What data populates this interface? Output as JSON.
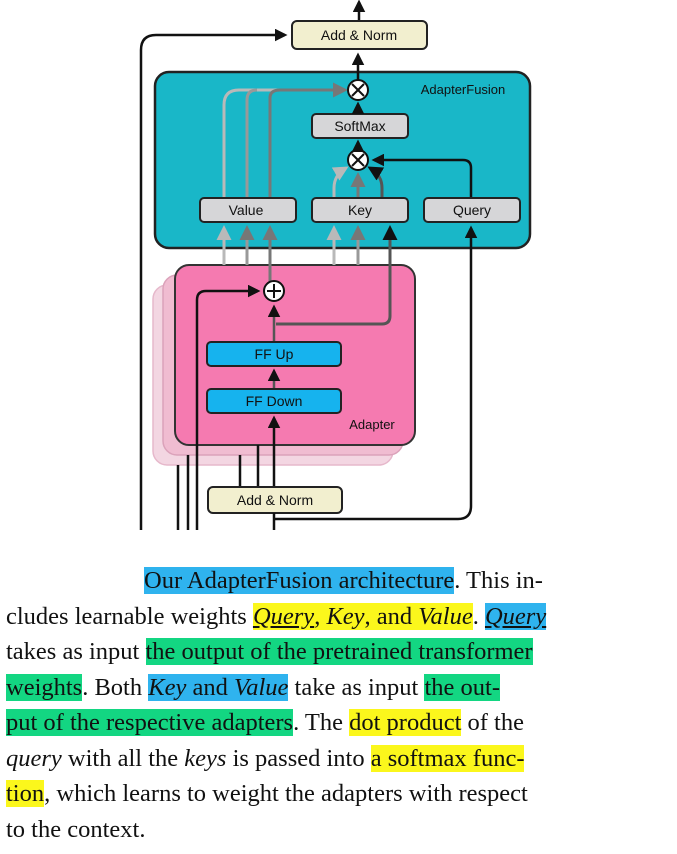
{
  "figure": {
    "labels": {
      "add_norm_top": "Add & Norm",
      "adapterfusion": "AdapterFusion",
      "softmax": "SoftMax",
      "value": "Value",
      "key": "Key",
      "query": "Query",
      "ff_up": "FF Up",
      "ff_down": "FF Down",
      "adapter": "Adapter",
      "add_norm_bottom": "Add & Norm",
      "times_symbol": "⊗",
      "plus_symbol": "⊕"
    },
    "colors": {
      "fusion_fill": "#19b7c8",
      "adapter_fill": "#f57ab0",
      "adapter_shadow": "#f3c6d8",
      "addnorm_fill": "#f2efcf",
      "ff_fill": "#16b3ee",
      "kvq_fill": "#d6d6d8"
    }
  },
  "caption": {
    "line1": {
      "seg1": "Our AdapterFusion architecture",
      "seg2": ".  This in-"
    },
    "line2": {
      "seg1": "cludes learnable weights ",
      "query": "Query",
      "comma1": ", ",
      "key": "Key",
      "and1": ", and ",
      "value": "Value",
      "dot": ". ",
      "query2": "Query"
    },
    "line3": {
      "seg1": "takes as input ",
      "seg2": "the output of the pretrained transformer"
    },
    "line4": {
      "seg1": "weights",
      "seg2": ".  Both ",
      "key": "Key",
      "and": " and ",
      "value": "Value",
      "seg3": " take as input ",
      "seg4": "the out-"
    },
    "line5": {
      "seg1": "put of the respective adapters",
      "seg2": ". The ",
      "seg3": "dot product",
      "seg4": " of the"
    },
    "line6": {
      "query": "query",
      "seg1": " with all the ",
      "keys": "keys",
      "seg2": " is passed into ",
      "seg3": "a softmax func-"
    },
    "line7": {
      "seg1": "tion",
      "seg2": ", which learns to weight the adapters with respect"
    },
    "line8": {
      "seg1": "to the context."
    }
  }
}
